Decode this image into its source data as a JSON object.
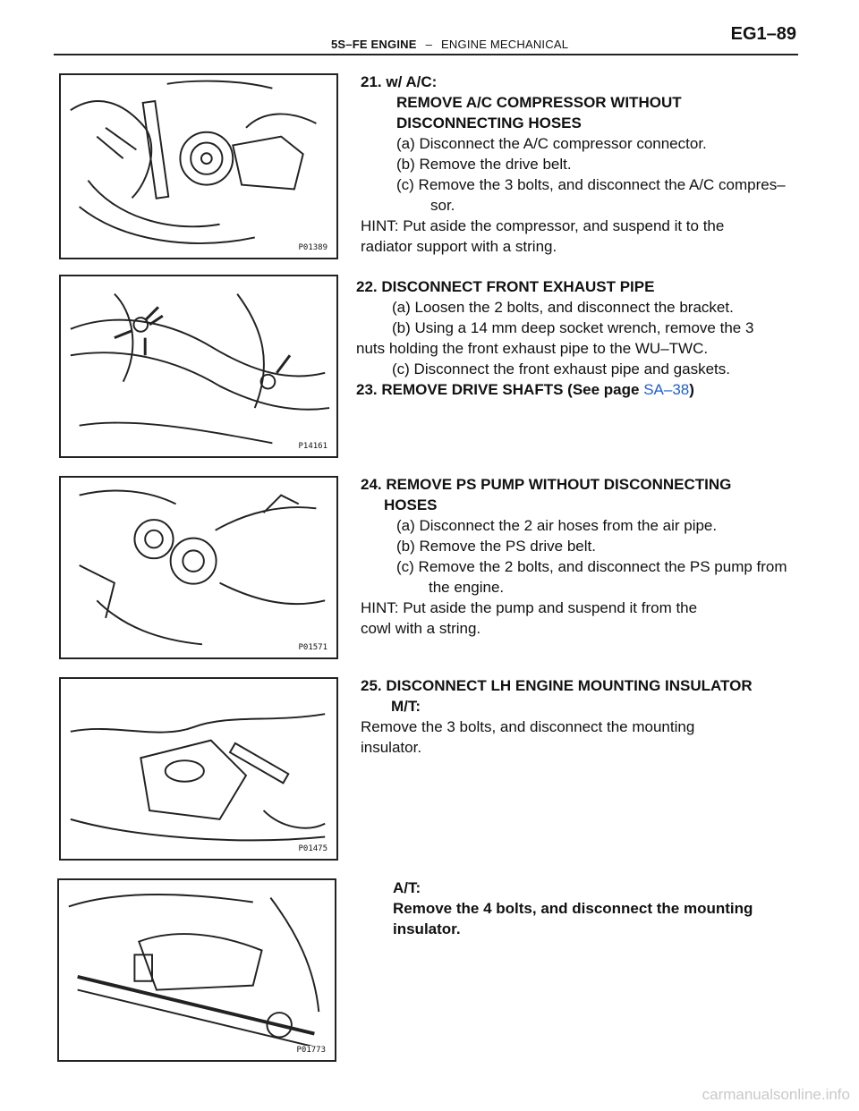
{
  "header": {
    "section": "5S–FE ENGINE",
    "separator": "–",
    "subsection": "ENGINE MECHANICAL",
    "page": "EG1–89"
  },
  "figures": [
    {
      "code": "P01389"
    },
    {
      "code": "P14161"
    },
    {
      "code": "P01571"
    },
    {
      "code": "P01475"
    },
    {
      "code": "P01773"
    }
  ],
  "step21": {
    "title": "21. w/ A/C:",
    "subtitle1": "REMOVE A/C COMPRESSOR WITHOUT",
    "subtitle2": "DISCONNECTING HOSES",
    "a": "(a) Disconnect the A/C compressor connector.",
    "b": "(b) Remove the drive belt.",
    "c1": "(c) Remove the 3 bolts, and disconnect the A/C compres–",
    "c2": "sor.",
    "hint1": "HINT: Put aside the compressor, and suspend it to the",
    "hint2": "radiator support with a string."
  },
  "step22": {
    "title": "22. DISCONNECT FRONT EXHAUST PIPE",
    "a": "(a) Loosen the 2 bolts, and disconnect the bracket.",
    "b1": "(b) Using a 14 mm deep socket wrench, remove the 3",
    "b2": "nuts holding the front exhaust pipe to the WU–TWC.",
    "c": "(c) Disconnect the front exhaust pipe and gaskets."
  },
  "step23": {
    "title": "23. REMOVE DRIVE SHAFTS (See page ",
    "link": "SA–38",
    "close": ")"
  },
  "step24": {
    "title1": "24. REMOVE PS PUMP WITHOUT DISCONNECTING",
    "title2": "HOSES",
    "a": "(a) Disconnect the 2 air hoses from the air pipe.",
    "b": "(b) Remove the PS drive belt.",
    "c1": "(c) Remove the 2 bolts, and disconnect the PS pump from",
    "c2": "the engine.",
    "hint1": "HINT: Put aside the pump and suspend it from the",
    "hint2": "cowl with a string."
  },
  "step25": {
    "title": "25. DISCONNECT LH ENGINE MOUNTING INSULATOR",
    "mt": "M/T:",
    "mt_text1": "Remove the 3 bolts, and disconnect the mounting",
    "mt_text2": "insulator.",
    "at": "A/T:",
    "at_text1": "Remove the 4 bolts, and disconnect the mounting",
    "at_text2": "insulator."
  },
  "footer": {
    "watermark": "carmanualsonline.info"
  }
}
